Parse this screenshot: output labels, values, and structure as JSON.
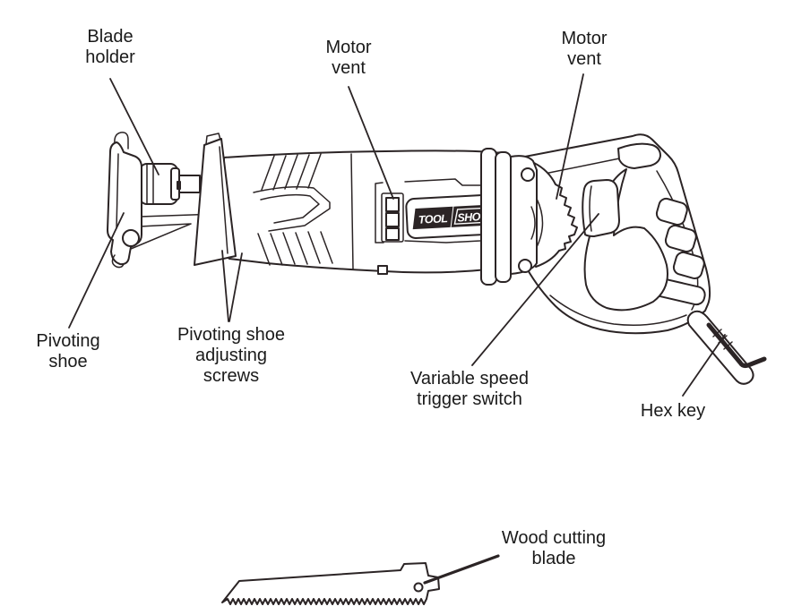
{
  "figure": {
    "background": "#ffffff",
    "line_color": "#2b2425",
    "text_color": "#1a1a1a",
    "subject": "Reciprocating saw parts diagram"
  },
  "labels": {
    "blade_holder": "Blade\nholder",
    "motor_vent_left": "Motor\nvent",
    "motor_vent_right": "Motor\nvent",
    "pivoting_shoe": "Pivoting\nshoe",
    "pivoting_shoe_adjusting_screws": "Pivoting shoe\nadjusting\nscrews",
    "variable_speed_trigger_switch": "Variable speed\ntrigger switch",
    "hex_key": "Hex key",
    "wood_cutting_blade": "Wood cutting\nblade"
  },
  "logo": {
    "part1": "TOOL",
    "part2": "SHOP"
  }
}
